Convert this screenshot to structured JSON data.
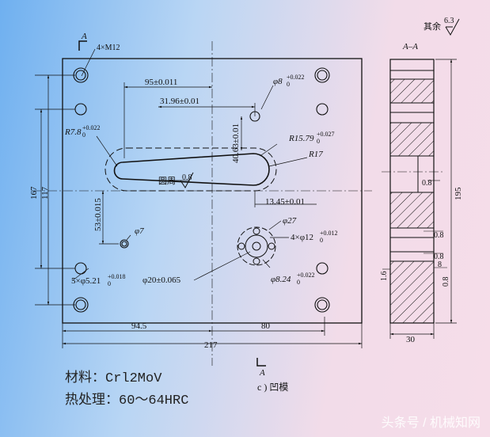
{
  "drawing": {
    "roughness": "其余",
    "roughness_value": "6.3",
    "section_label": "A–A",
    "thread": "4×M12",
    "view_letter": "A",
    "dims": {
      "d95": "95±0.011",
      "d3196": "31.96±0.01",
      "phi8": "φ8",
      "phi8_tol": "+0.022",
      "phi8_tol0": "0",
      "r78": "R7.8",
      "r78_tol": "+0.022",
      "r78_tol0": "0",
      "d4063": "40.63±0.01",
      "r1579": "R15.79",
      "r1579_tol": "+0.027",
      "r1579_tol0": "0",
      "r17": "R17",
      "d167": "167",
      "d117": "117",
      "rough08": "0.8",
      "yuanzhou": "圆周",
      "d1345": "13.45±0.01",
      "d53": "53±0.015",
      "phi27": "φ27",
      "phi7": "φ7",
      "phi12": "4×φ12",
      "phi12_tol": "+0.012",
      "phi12_tol0": "0",
      "d521": "5×φ5.21",
      "d521_tol": "+0.018",
      "d521_tol0": "0",
      "phi20": "φ20±0.065",
      "phi824": "φ8.24",
      "phi824_tol": "+0.022",
      "phi824_tol0": "0",
      "d945": "94.5",
      "d80": "80",
      "d217": "217",
      "d195": "195",
      "d30": "30",
      "s08a": "0.8",
      "s08b": "0.8",
      "s08c": "0.8",
      "s08d": "0.8",
      "s8": "8",
      "s16": "1.6",
      "bottom_view": "A"
    },
    "caption": "c ) 凹模"
  },
  "notes": {
    "material": "材料：Crl2MoV",
    "heat": "热处理：60～64HRC"
  },
  "watermark": "头条号 / 机械知网"
}
